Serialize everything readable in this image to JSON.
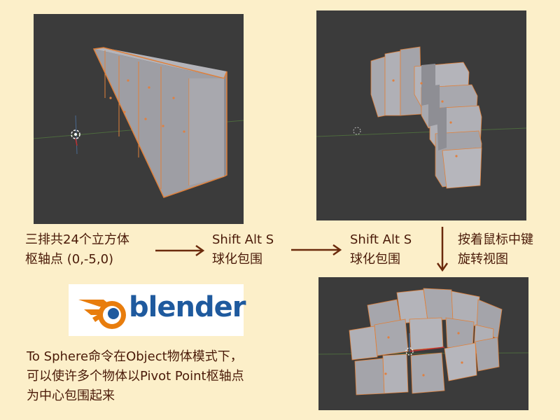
{
  "step1": {
    "line1": "三排共24个立方体",
    "line2": "枢轴点 (0,-5,0)"
  },
  "step2": {
    "shortcut": "Shift Alt S",
    "action": "球化包围"
  },
  "step3": {
    "shortcut": "Shift Alt S",
    "action": "球化包围"
  },
  "step4": {
    "line1": "按着鼠标中键",
    "line2": "旋转视图"
  },
  "logo": {
    "text": "blender"
  },
  "note": {
    "line1": "To Sphere命令在Object物体模式下，",
    "line2": "可以使许多个物体以Pivot Point枢轴点",
    "line3": "为中心包围起来"
  },
  "colors": {
    "background": "#fcefc9",
    "viewport": "#3b3b3b",
    "text": "#4a1a08",
    "arrow": "#6b2a0c",
    "cube_face": "#a2a2a8",
    "selection_outline": "#e0803a",
    "logo_blue": "#1f5a9e",
    "logo_orange": "#e87d0d"
  }
}
